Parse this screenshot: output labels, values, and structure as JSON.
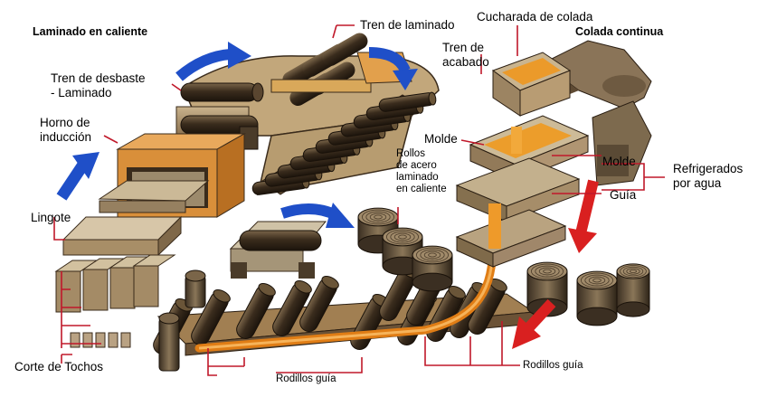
{
  "titles": {
    "left": "Laminado en caliente",
    "right": "Colada continua"
  },
  "labels": {
    "tren_laminado": "Tren de laminado",
    "cucharada": "Cucharada de colada",
    "tren_acabado": "Tren de\nacabado",
    "tren_desbaste": "Tren de desbaste\n- Laminado",
    "horno": "Horno de\ninducción",
    "molde_left": "Molde",
    "molde_right": "Molde",
    "rollos": "Rollos\nde acero\nlaminado\nen caliente",
    "refrigerados": "Refrigerados\npor agua",
    "guia": "Guía",
    "lingote": "Lingote",
    "corte": "Corte de Tochos",
    "rodillos_1": "Rodillos guía",
    "rodillos_2": "Rodillos guía"
  },
  "colors": {
    "roller_dark": "#2b2116",
    "roller_mid": "#5a4630",
    "metal_tan": "#a58a62",
    "hot_orange": "#e8941e",
    "arrow_blue": "#1f4fc8",
    "arrow_red": "#d92020",
    "frame_grey": "#b9aa92"
  }
}
